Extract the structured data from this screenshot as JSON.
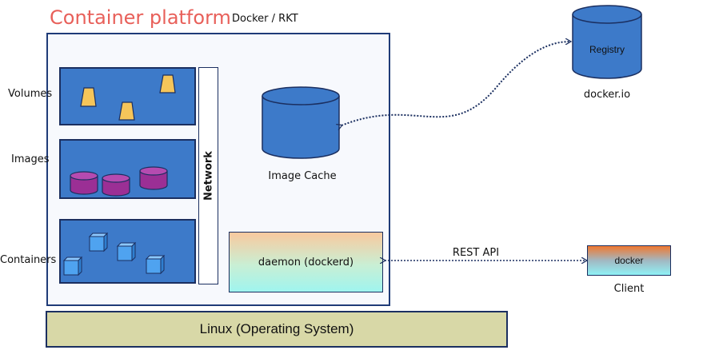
{
  "title": "Container platform",
  "subtitle": "Docker / RKT",
  "sections": {
    "volumes": "Volumes",
    "images": "Images",
    "containers": "Containers"
  },
  "network_label": "Network",
  "image_cache_label": "Image Cache",
  "daemon_label": "daemon (dockerd)",
  "os_label": "Linux (Operating System)",
  "registry": {
    "label": "Registry",
    "caption": "docker.io"
  },
  "client": {
    "label": "docker",
    "caption": "Client"
  },
  "rest_api_label": "REST API",
  "colors": {
    "title": "#e8605a",
    "panel_fill": "#3d7ac9",
    "border": "#1b2f60",
    "volume_shape": "#f5c55a",
    "image_disk": "#9b2f95",
    "container_cube": "#4fa3f0",
    "cylinder": "#3d7ac9",
    "os_fill": "#d8d8a7"
  }
}
